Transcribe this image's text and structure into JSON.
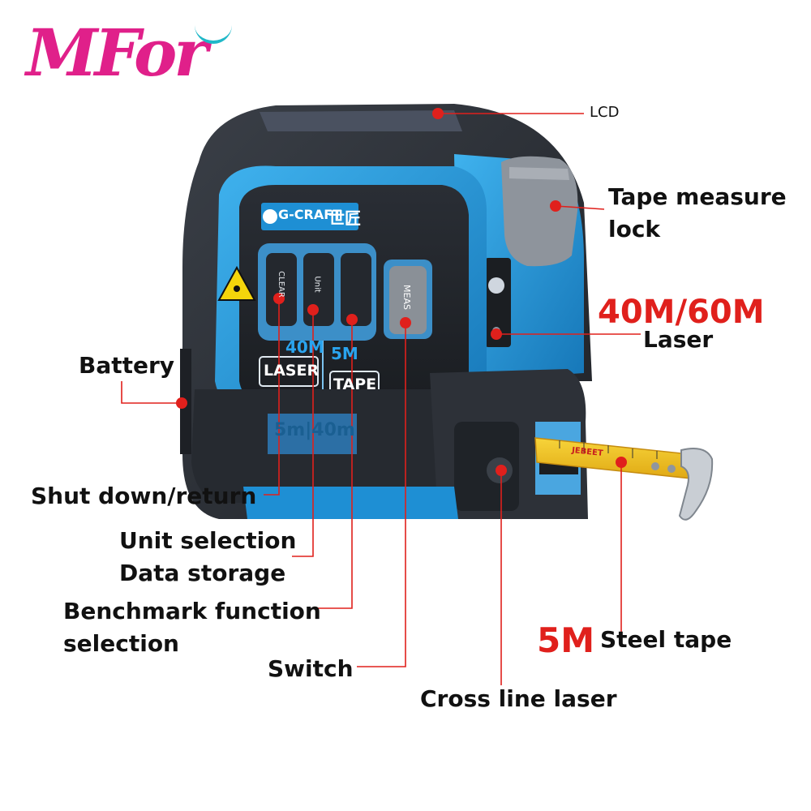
{
  "logo": {
    "text": "MFor",
    "colors": [
      "#e0208a",
      "#7a2fd0",
      "#20b8c8"
    ]
  },
  "device": {
    "brand": "G-CRAFT",
    "brand_cn": "世匠",
    "buttons": [
      "CLEAR",
      "Unit",
      "MEAS"
    ],
    "badge_laser_value": "40M",
    "badge_laser_label": "LASER",
    "badge_tape_value": "5M",
    "badge_tape_label": "TAPE",
    "side_marking": "5m|40m",
    "tape_print": "JEBEET",
    "colors": {
      "body": "#2b2f36",
      "accent": "#1e8fd4",
      "tape": "#f2c21a",
      "marker": "#e0201c"
    }
  },
  "labels": {
    "lcd": "LCD",
    "tape_lock_1": "Tape measure",
    "tape_lock_2": "lock",
    "laser_range": "40M/60M",
    "laser": "Laser",
    "battery": "Battery",
    "shutdown": "Shut down/return",
    "unit_selection": "Unit selection",
    "data_storage": "Data storage",
    "benchmark_1": "Benchmark function",
    "benchmark_2": "selection",
    "switch": "Switch",
    "tape_length": "5M",
    "steel_tape": "Steel tape",
    "cross_line": "Cross line laser"
  }
}
